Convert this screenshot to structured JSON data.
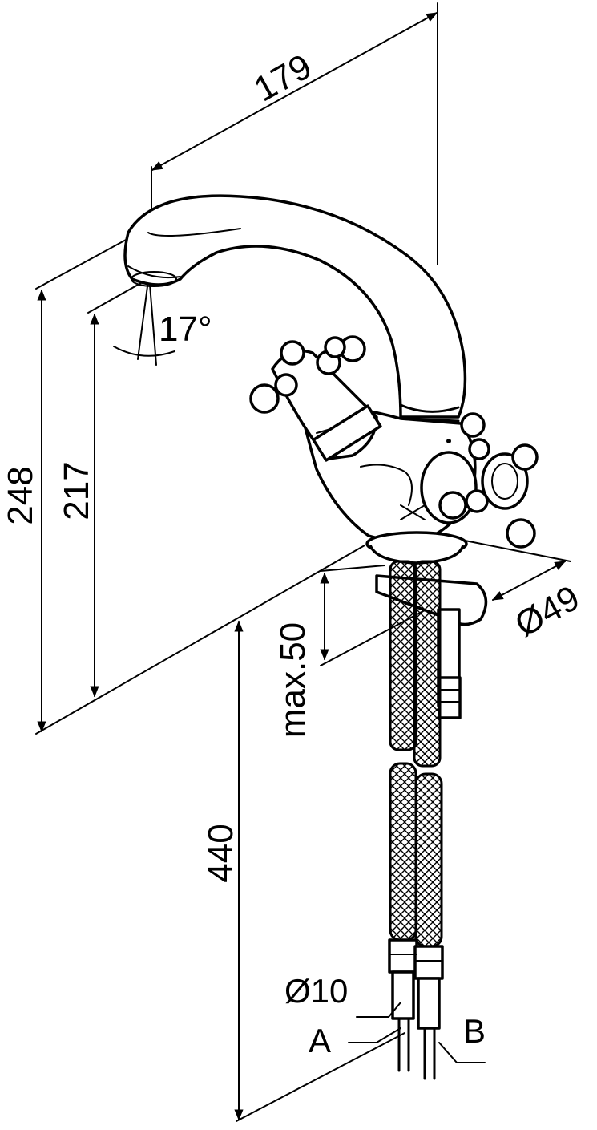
{
  "dimensions": {
    "spout_reach": "179",
    "height_total": "248",
    "height_outlet": "217",
    "spout_angle": "17°",
    "max_counter_thickness": "max.50",
    "hose_length": "440",
    "base_diameter": "Ø49",
    "hose_diameter": "Ø10"
  },
  "connections": {
    "left": "A",
    "right": "B"
  }
}
